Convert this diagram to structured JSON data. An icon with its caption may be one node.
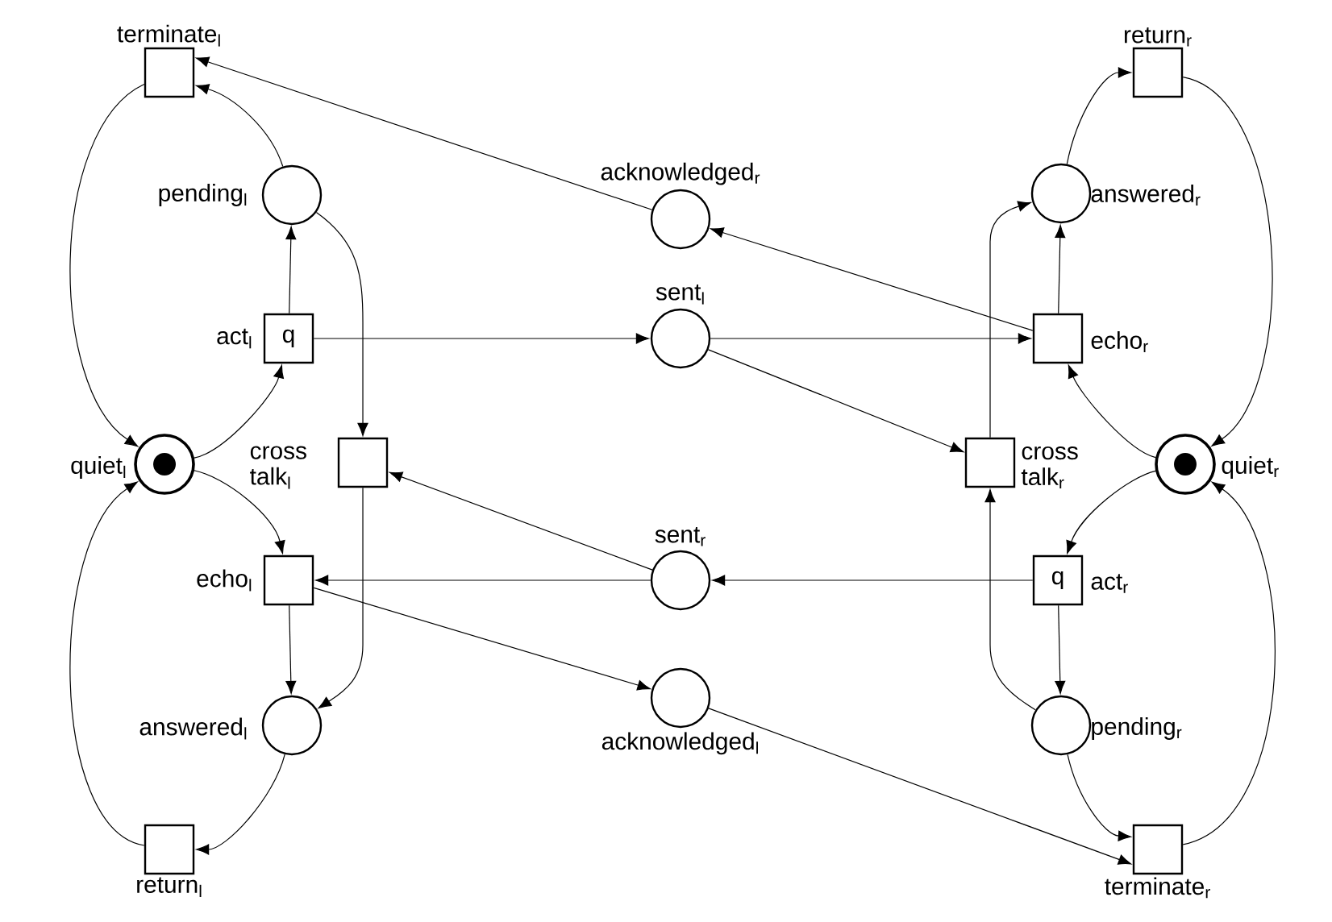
{
  "diagram": {
    "nodes": [
      {
        "text": [
          "terminate$_{l}$"
        ]
      },
      {
        "text": [
          "return$_{r}$"
        ]
      },
      {
        "text": [
          "acknowledged$_{r}$"
        ]
      },
      {
        "text": [
          "pending$_{l}$"
        ]
      },
      {
        "text": [
          "answered$_{r}$"
        ]
      },
      {
        "text": [
          "act$_{l}$",
          "q"
        ]
      },
      {
        "text": [
          "sent$_{l}$"
        ]
      },
      {
        "text": [
          "echo$_{r}$"
        ]
      },
      {
        "text": [
          "quiet$_{l}$"
        ]
      },
      {
        "text": [
          "cross talk$_{l}$"
        ]
      },
      {
        "text": [
          "cross talk$_{r}$"
        ]
      },
      {
        "text": [
          "quiet$_{r}$"
        ]
      },
      {
        "text": [
          "sent$_{r}$"
        ]
      },
      {
        "text": [
          "echo$_{l}$"
        ]
      },
      {
        "text": [
          "q",
          "act$_{r}$"
        ]
      },
      {
        "text": [
          "acknowledged$_{l}$"
        ]
      },
      {
        "text": [
          "answered$_{l}$"
        ]
      },
      {
        "text": [
          "pending$_{r}$"
        ]
      },
      {
        "text": [
          "return$_{l}$"
        ]
      },
      {
        "text": [
          "terminate$_{r}$"
        ]
      }
    ],
    "edges": [
      {
        "from": 0,
        "to": 8,
        "arrow": "to"
      },
      {
        "from": 8,
        "to": 5,
        "arrow": "to"
      },
      {
        "from": 5,
        "to": 3,
        "arrow": "to"
      },
      {
        "from": 3,
        "to": 0,
        "arrow": "to"
      },
      {
        "from": 2,
        "to": 0,
        "arrow": "to"
      },
      {
        "from": 5,
        "to": 6,
        "arrow": "to"
      },
      {
        "from": 3,
        "to": 9,
        "arrow": "to"
      },
      {
        "from": 12,
        "to": 9,
        "arrow": "to"
      },
      {
        "from": 9,
        "to": 16,
        "arrow": "to"
      },
      {
        "from": 8,
        "to": 13,
        "arrow": "to"
      },
      {
        "from": 12,
        "to": 13,
        "arrow": "to"
      },
      {
        "from": 13,
        "to": 16,
        "arrow": "to"
      },
      {
        "from": 13,
        "to": 15,
        "arrow": "to"
      },
      {
        "from": 16,
        "to": 18,
        "arrow": "to"
      },
      {
        "from": 18,
        "to": 8,
        "arrow": "to"
      },
      {
        "from": 6,
        "to": 7,
        "arrow": "to"
      },
      {
        "from": 6,
        "to": 10,
        "arrow": "to"
      },
      {
        "from": 7,
        "to": 2,
        "arrow": "to"
      },
      {
        "from": 7,
        "to": 4,
        "arrow": "to"
      },
      {
        "from": 4,
        "to": 1,
        "arrow": "to"
      },
      {
        "from": 1,
        "to": 11,
        "arrow": "to"
      },
      {
        "from": 11,
        "to": 7,
        "arrow": "to"
      },
      {
        "from": 10,
        "to": 4,
        "arrow": "to"
      },
      {
        "from": 17,
        "to": 10,
        "arrow": "to"
      },
      {
        "from": 11,
        "to": 14,
        "arrow": "to"
      },
      {
        "from": 14,
        "to": 12,
        "arrow": "to"
      },
      {
        "from": 14,
        "to": 17,
        "arrow": "to"
      },
      {
        "from": 17,
        "to": 19,
        "arrow": "to"
      },
      {
        "from": 15,
        "to": 19,
        "arrow": "to"
      },
      {
        "from": 19,
        "to": 11,
        "arrow": "to"
      }
    ]
  }
}
